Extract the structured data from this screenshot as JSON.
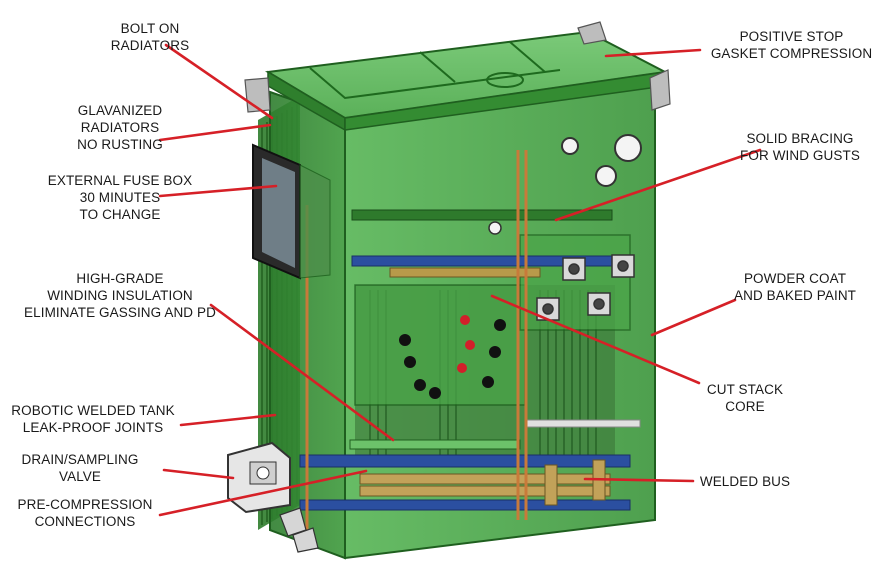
{
  "callouts": {
    "bolt_on_radiators": [
      "BOLT ON",
      "RADIATORS"
    ],
    "glavanized_radiators": [
      "GLAVANIZED",
      "RADIATORS",
      "NO RUSTING"
    ],
    "external_fuse_box": [
      "EXTERNAL FUSE BOX",
      "30 MINUTES",
      "TO CHANGE"
    ],
    "winding_insulation": [
      "HIGH-GRADE",
      "WINDING INSULATION",
      "ELIMINATE GASSING AND PD"
    ],
    "robotic_welded_tank": [
      "ROBOTIC WELDED TANK",
      "LEAK-PROOF JOINTS"
    ],
    "drain_sampling_valve": [
      "DRAIN/SAMPLING",
      "VALVE"
    ],
    "pre_compression": [
      "PRE-COMPRESSION",
      "CONNECTIONS"
    ],
    "positive_stop": [
      "POSITIVE STOP",
      "GASKET COMPRESSION"
    ],
    "solid_bracing": [
      "SOLID BRACING",
      "FOR WIND GUSTS"
    ],
    "powder_coat": [
      "POWDER COAT",
      "AND BAKED PAINT"
    ],
    "cut_stack_core": [
      "CUT STACK",
      "CORE"
    ],
    "welded_bus": [
      "WELDED BUS"
    ]
  },
  "colors": {
    "leader": "#d62027",
    "tank_green": "#3aa33a",
    "tank_dark": "#1f6e1f",
    "text": "#1a1a1a"
  }
}
